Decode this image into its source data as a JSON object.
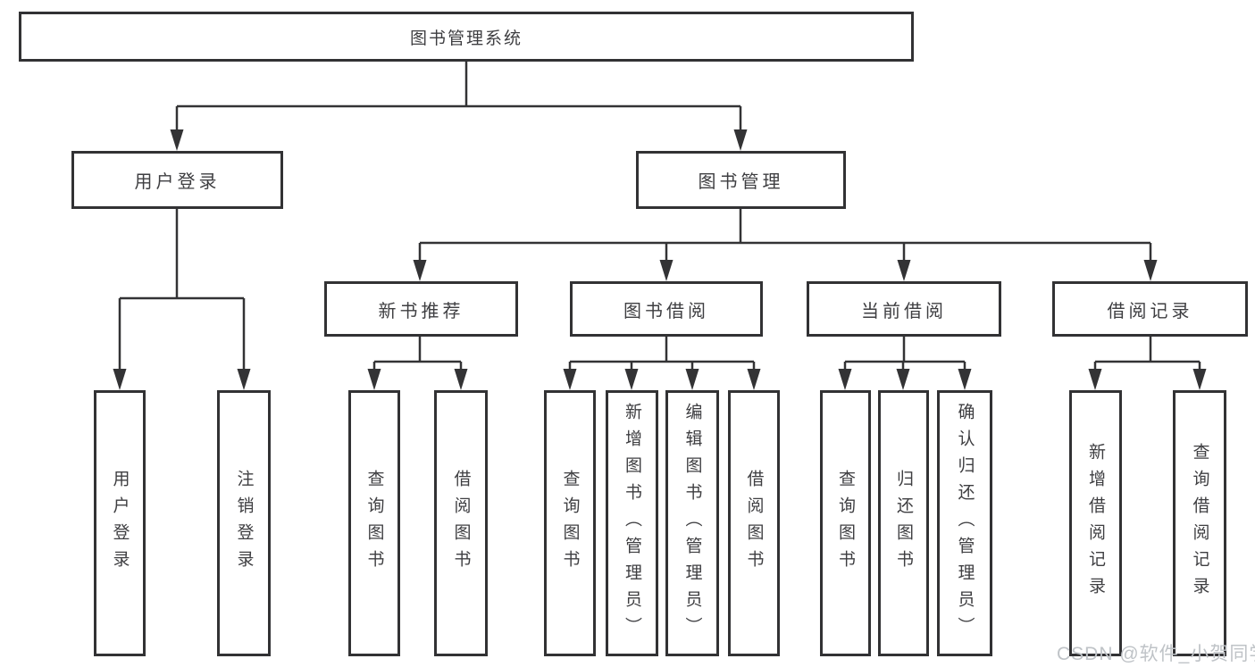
{
  "tree": {
    "label": "图书管理系统",
    "children": [
      {
        "label": "用户登录",
        "children": [
          {
            "label": "用户登录"
          },
          {
            "label": "注销登录"
          }
        ]
      },
      {
        "label": "图书管理",
        "children": [
          {
            "label": "新书推荐",
            "children": [
              {
                "label": "查询图书"
              },
              {
                "label": "借阅图书"
              }
            ]
          },
          {
            "label": "图书借阅",
            "children": [
              {
                "label": "查询图书"
              },
              {
                "label": "新增图书（管理员）"
              },
              {
                "label": "编辑图书（管理员）"
              },
              {
                "label": "借阅图书"
              }
            ]
          },
          {
            "label": "当前借阅",
            "children": [
              {
                "label": "查询图书"
              },
              {
                "label": "归还图书"
              },
              {
                "label": "确认归还（管理员）"
              }
            ]
          },
          {
            "label": "借阅记录",
            "children": [
              {
                "label": "新增借阅记录"
              },
              {
                "label": "查询借阅记录"
              }
            ]
          }
        ]
      }
    ]
  },
  "watermark": "CSDN @软件_小贺同学",
  "colors": {
    "line": "#333335",
    "text": "#3e3e41",
    "watermark": "#bfc3c7",
    "background": "#ffffff"
  }
}
